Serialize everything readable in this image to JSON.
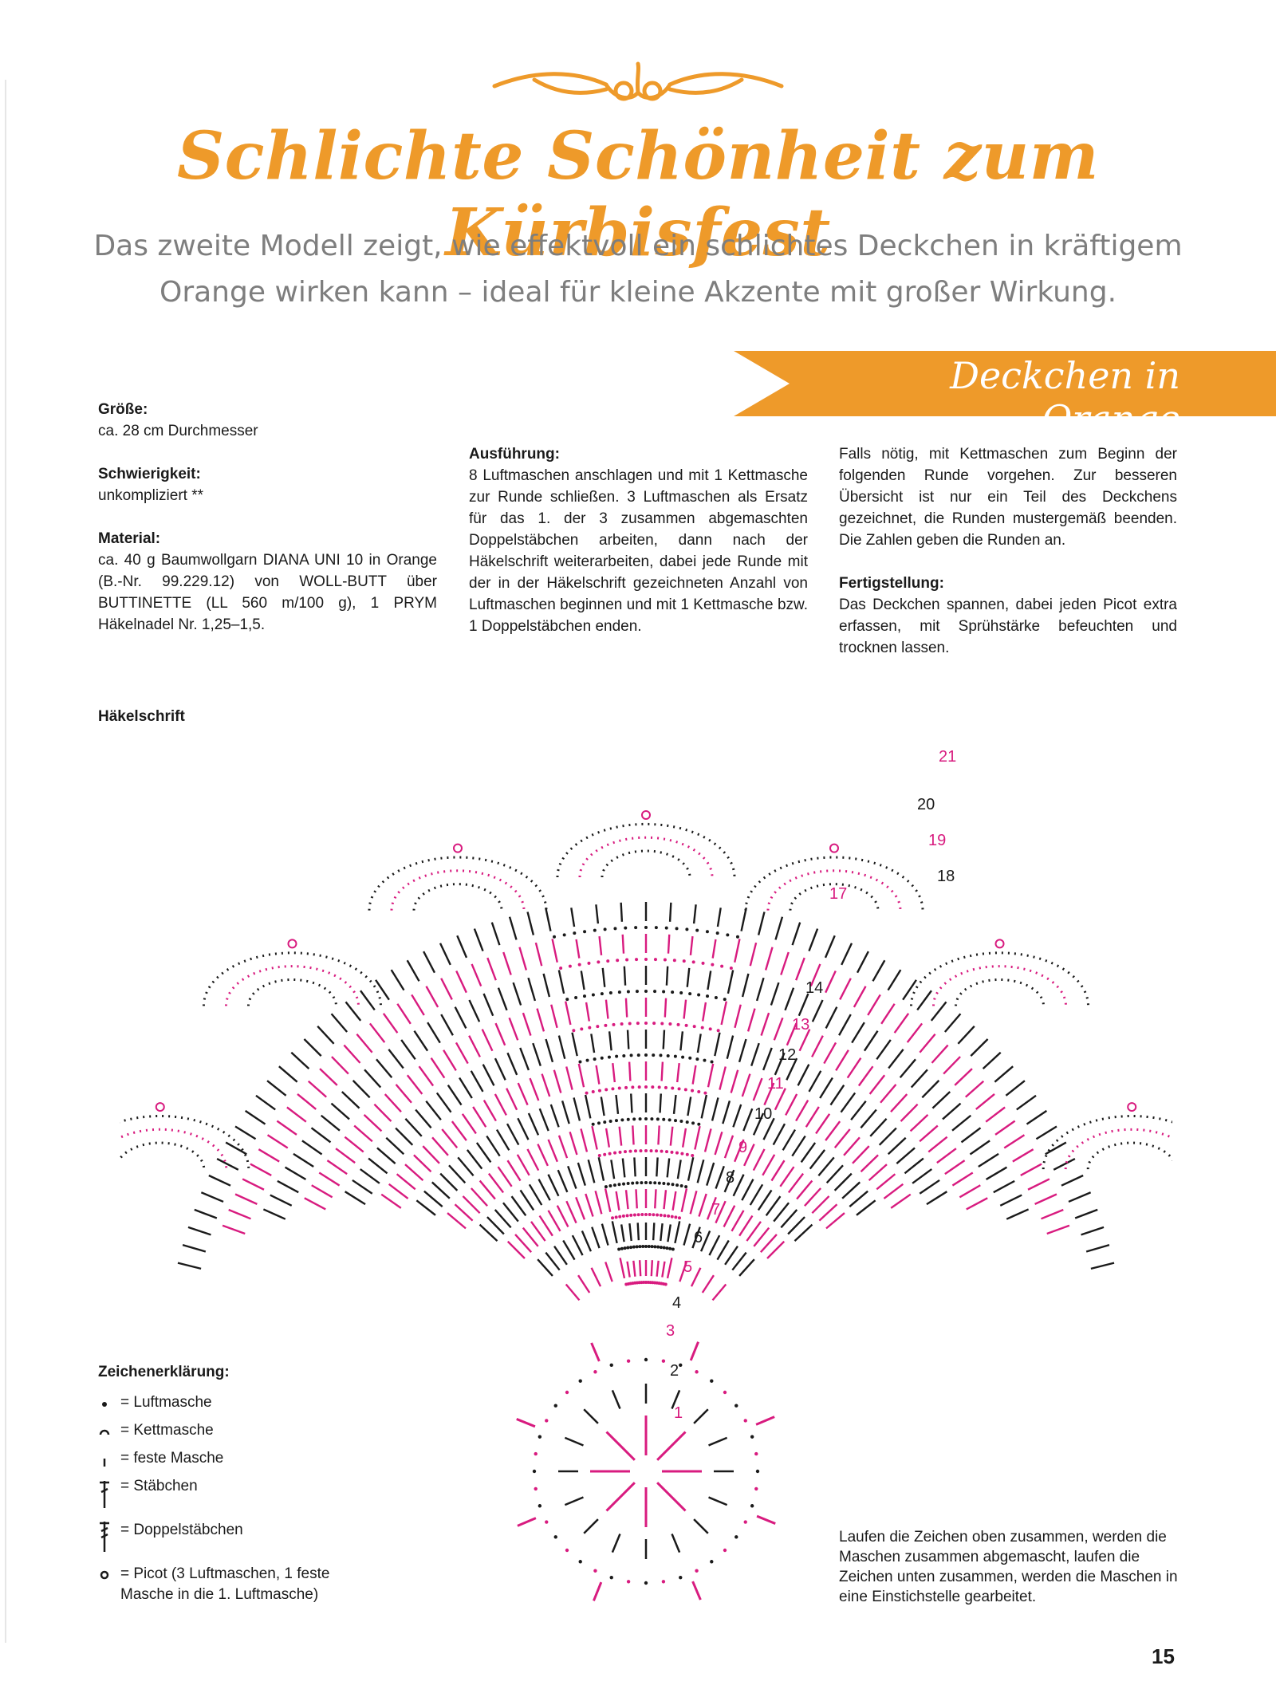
{
  "title": "Schlichte Schönheit zum Kürbisfest",
  "subtitle_line1": "Das zweite Modell zeigt, wie effektvoll ein schlichtes Deckchen in kräftigem",
  "subtitle_line2": "Orange wirken kann – ideal für kleine Akzente mit großer Wirkung.",
  "banner": "Deckchen in Orange",
  "colors": {
    "accent": "#ee9a2a",
    "pink": "#d81b7f",
    "dark": "#1a1a1a",
    "grey": "#7e7e7e"
  },
  "col1": {
    "size_head": "Größe:",
    "size_text": "ca. 28 cm Durchmesser",
    "difficulty_head": "Schwierigkeit:",
    "difficulty_text": "unkompliziert **",
    "material_head": "Material:",
    "material_text": "ca. 40 g Baumwollgarn DIANA UNI 10 in Orange (B.-Nr. 99.229.12) von WOLL-BUTT über BUTTINETTE (LL 560 m/100 g), 1 PRYM Häkelnadel Nr. 1,25–1,5."
  },
  "col2": {
    "exec_head": "Ausführung:",
    "exec_text": "8 Luftmaschen anschlagen und mit 1 Kettmasche zur Runde schließen. 3 Luftmaschen als Ersatz für das 1. der 3 zusammen abgemaschten Doppelstäbchen arbeiten, dann nach der Häkelschrift weiterarbeiten, dabei jede Runde mit der in der Häkelschrift gezeichneten Anzahl von Luftmaschen beginnen und mit 1 Kettmasche bzw. 1 Doppelstäbchen enden."
  },
  "col3": {
    "exec_cont": "Falls nötig, mit Kettmaschen zum Beginn der folgenden Runde vorgehen. Zur besseren Übersicht ist nur ein Teil des Deckchens gezeichnet, die Runden mustergemäß beenden. Die Zahlen geben die Runden an.",
    "finish_head": "Fertigstellung:",
    "finish_text": "Das Deckchen spannen, dabei jeden Picot extra erfassen, mit Sprühstärke befeuchten und trocknen lassen."
  },
  "diagram_label": "Häkelschrift",
  "round_numbers": [
    "1",
    "2",
    "3",
    "4",
    "5",
    "6",
    "7",
    "8",
    "9",
    "10",
    "11",
    "12",
    "13",
    "14",
    "17",
    "18",
    "19",
    "20",
    "21"
  ],
  "legend": {
    "head": "Zeichenerklärung:",
    "items": [
      {
        "icon": "chain-stitch-icon",
        "label": "= Luftmasche"
      },
      {
        "icon": "slip-stitch-icon",
        "label": "= Kettmasche"
      },
      {
        "icon": "single-crochet-icon",
        "label": "= feste Masche"
      },
      {
        "icon": "double-crochet-icon",
        "label": "= Stäbchen"
      },
      {
        "icon": "treble-crochet-icon",
        "label": "= Doppelstäbchen"
      },
      {
        "icon": "picot-icon",
        "label": "= Picot (3 Luftmaschen, 1 feste",
        "label2": "Masche in die 1. Luftmasche)"
      }
    ]
  },
  "note": "Laufen die Zeichen oben zusammen, werden die Maschen zusammen abgemascht, laufen die Zeichen unten zusammen, werden die Maschen in eine Einstichstelle gearbeitet.",
  "page_number": "15"
}
